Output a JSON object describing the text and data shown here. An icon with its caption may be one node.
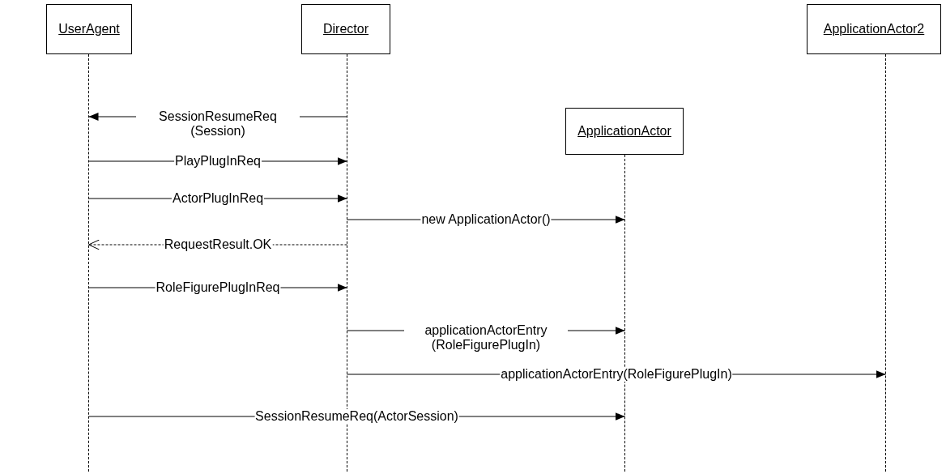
{
  "diagram": {
    "nodes": [
      {
        "text": [
          "UserAgent"
        ]
      },
      {
        "text": [
          "Director"
        ]
      },
      {
        "text": [
          "ApplicationActor"
        ]
      },
      {
        "text": [
          "ApplicationActor2"
        ]
      },
      {
        "text": [],
        "shape": "line"
      },
      {
        "text": [],
        "shape": "line"
      },
      {
        "text": [],
        "shape": "line"
      },
      {
        "text": [],
        "shape": "line"
      }
    ],
    "edges": [
      {
        "from": 5,
        "to": 4,
        "arrow": "to",
        "label": "SessionResumeReq (Session)"
      },
      {
        "from": 4,
        "to": 5,
        "arrow": "to",
        "label": "PlayPlugInReq"
      },
      {
        "from": 4,
        "to": 5,
        "arrow": "to",
        "label": "ActorPlugInReq"
      },
      {
        "from": 5,
        "to": 6,
        "arrow": "to",
        "label": "new ApplicationActor()"
      },
      {
        "from": 5,
        "to": 4,
        "arrow": "to",
        "label": "RequestResult.OK",
        "style": "dashed"
      },
      {
        "from": 4,
        "to": 5,
        "arrow": "to",
        "label": "RoleFigurePlugInReq"
      },
      {
        "from": 5,
        "to": 6,
        "arrow": "to",
        "label": "applicationActorEntry (RoleFigurePlugIn)"
      },
      {
        "from": 5,
        "to": 7,
        "arrow": "to",
        "label": "applicationActorEntry(RoleFigurePlugIn)"
      },
      {
        "from": 4,
        "to": 6,
        "arrow": "to",
        "label": "SessionResumeReq(ActorSession)"
      }
    ]
  }
}
